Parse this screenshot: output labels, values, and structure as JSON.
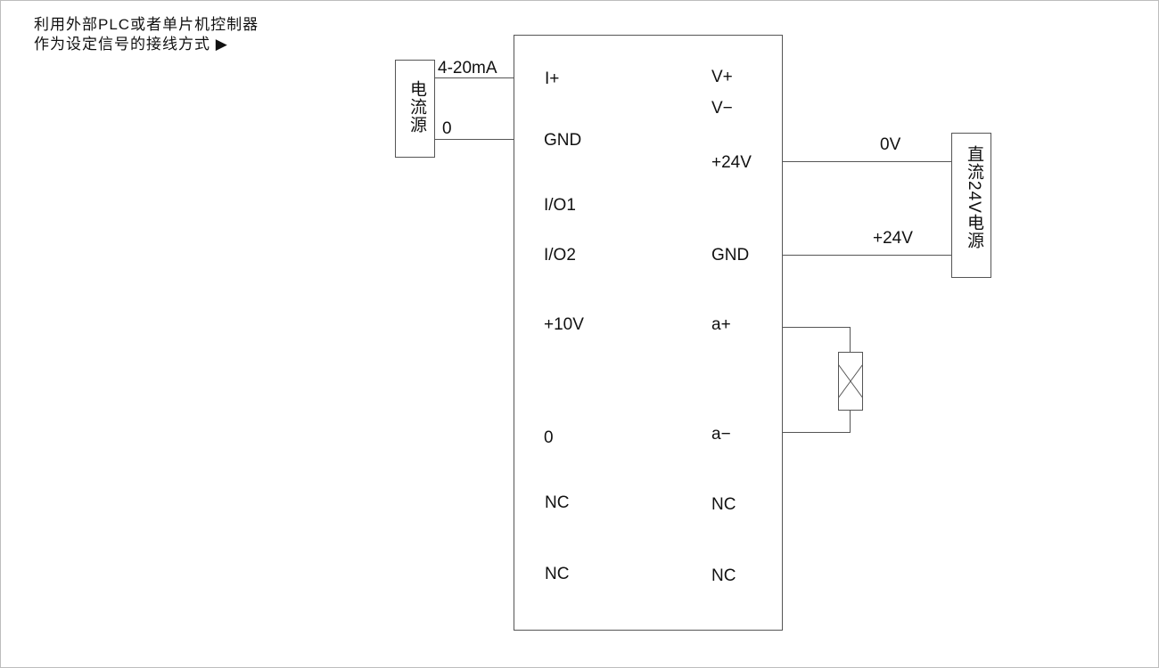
{
  "note": {
    "line1": "利用外部PLC或者单片机控制器",
    "line2": "作为设定信号的接线方式 ▶"
  },
  "current_source": {
    "label": "电流源",
    "wire_signal": "4-20mA",
    "wire_return": "0"
  },
  "dc_supply": {
    "label": "直流24V电源",
    "wire_top": "0V",
    "wire_bottom": "+24V"
  },
  "controller": {
    "left_terminals": [
      "I+",
      "GND",
      "I/O1",
      "I/O2",
      "+10V",
      "0",
      "NC",
      "NC"
    ],
    "right_terminals": [
      "V+",
      "V−",
      "+24V",
      "GND",
      "a+",
      "a−",
      "NC",
      "NC"
    ]
  },
  "coil_icon": "valve-coil-icon"
}
